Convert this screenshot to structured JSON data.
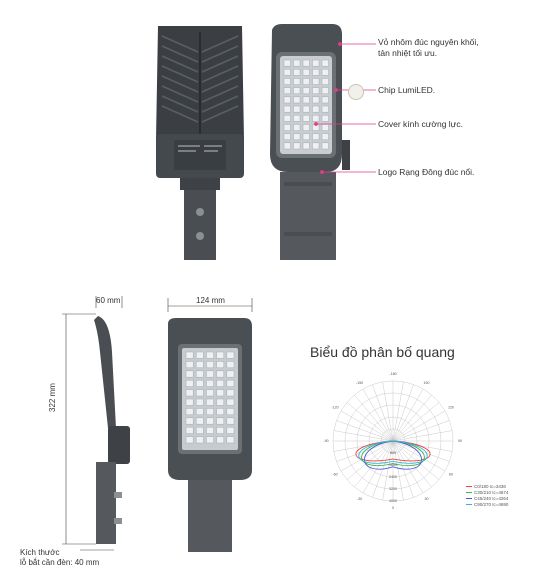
{
  "callouts": {
    "housing_line1": "Vỏ nhôm đúc nguyên khối,",
    "housing_line2": "tản nhiệt tối ưu.",
    "chip": "Chip LumiLED.",
    "cover": "Cover kính cường lực.",
    "logo": "Logo Rạng Đông đúc nổi."
  },
  "dimensions": {
    "depth": "60 mm",
    "width": "124 mm",
    "length": "322 mm",
    "mount_line1": "Kích thước",
    "mount_line2": "lỗ bắt cần đèn: 40 mm"
  },
  "polar": {
    "title": "Biểu đồ phân bố quang",
    "angle_labels": [
      "-180",
      "150",
      "120",
      "90",
      "60",
      "30",
      "0",
      "-30",
      "-60",
      "-90",
      "-120",
      "-150"
    ],
    "radial_labels": [
      "800",
      "1600",
      "2400",
      "3200",
      "4000"
    ],
    "legend": [
      {
        "label": "C0/180 Ic=3436",
        "color": "#e8453c"
      },
      {
        "label": "C30/210 Ic=4674",
        "color": "#3fb34f"
      },
      {
        "label": "C45/240 Ic=4264",
        "color": "#4a5bd6"
      },
      {
        "label": "C90/270 Ic=4690",
        "color": "#33b6d6"
      }
    ]
  }
}
